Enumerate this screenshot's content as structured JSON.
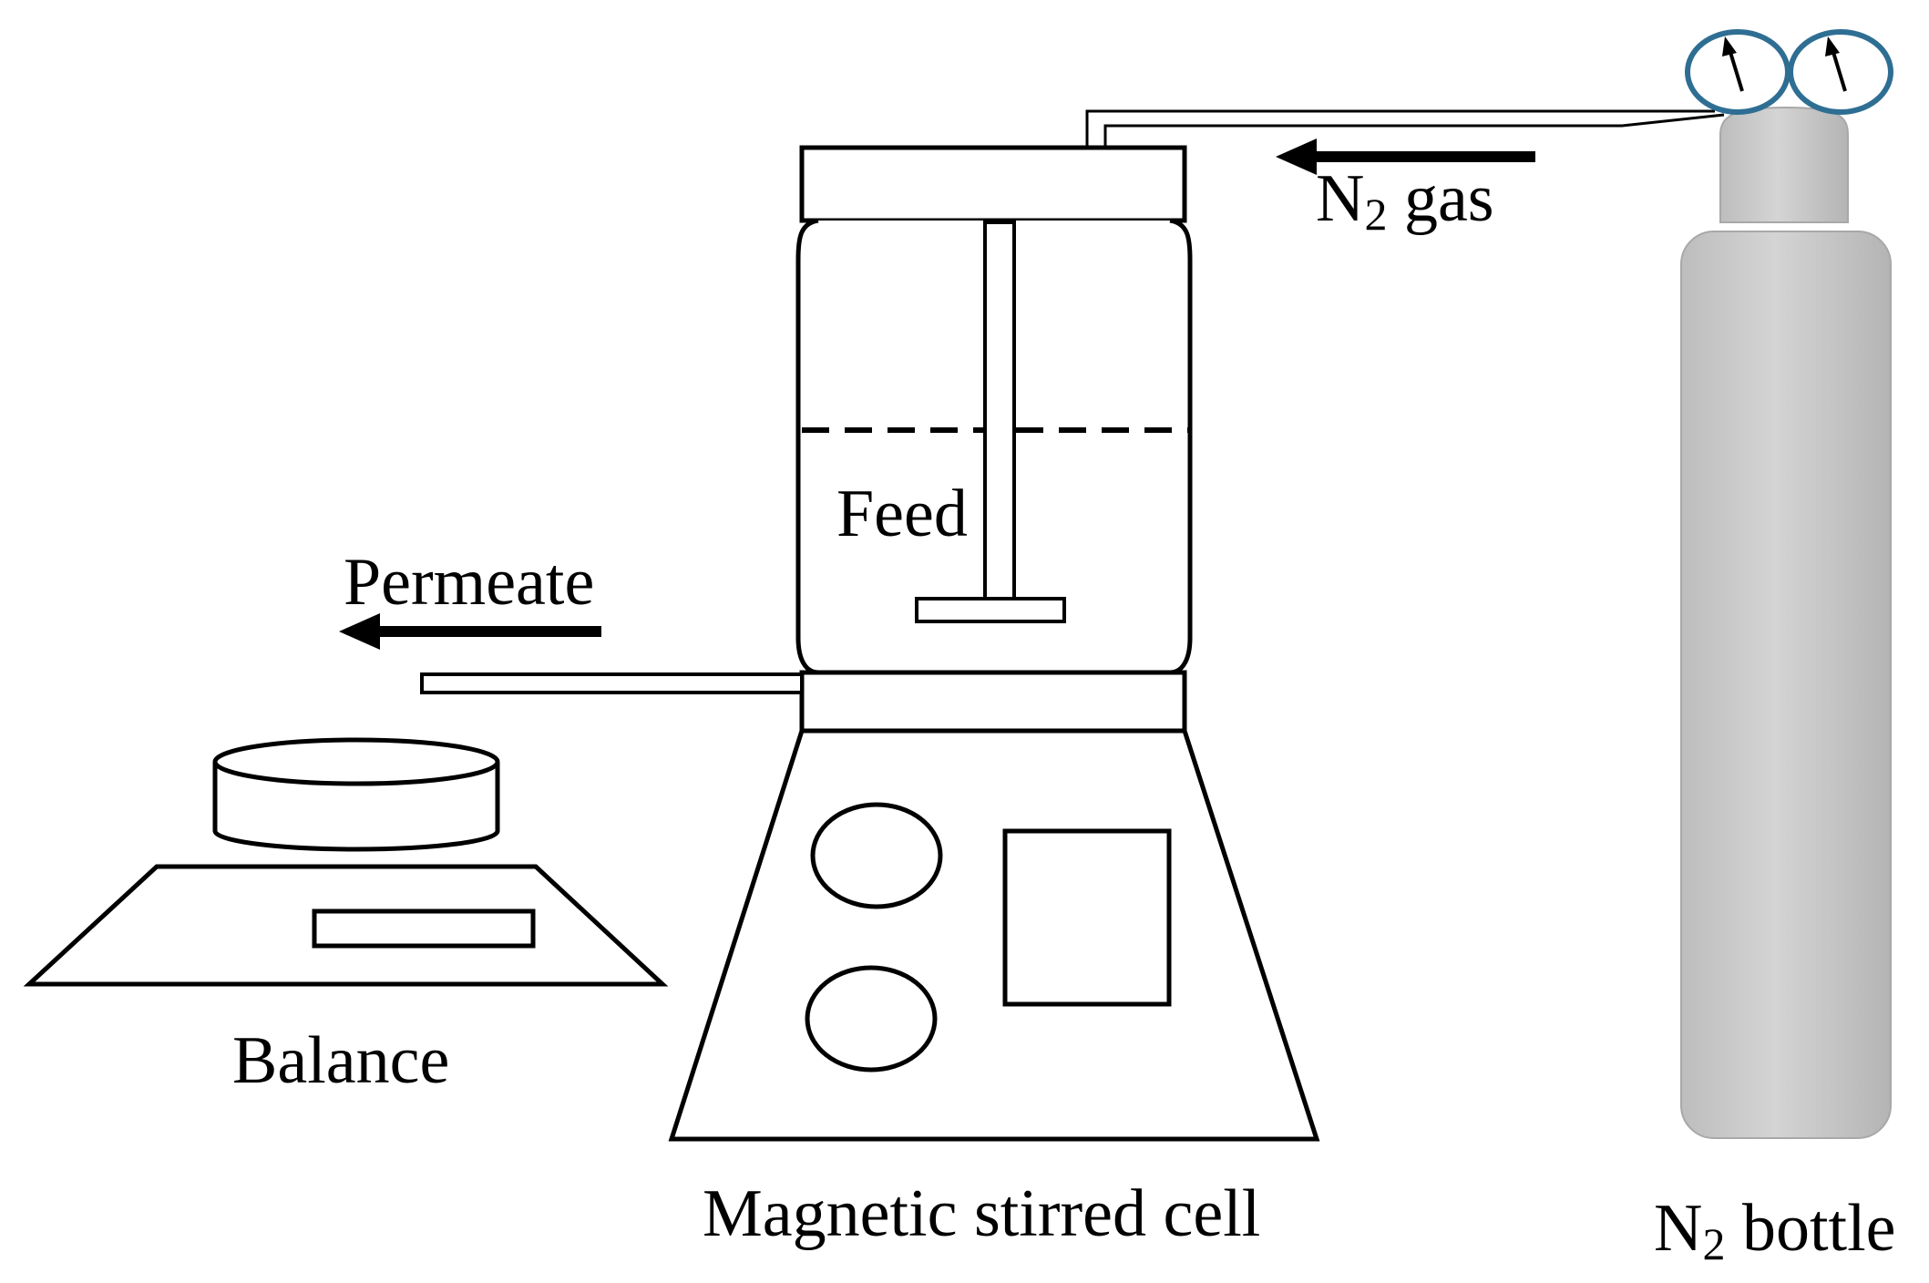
{
  "labels": {
    "n2_gas": {
      "main": "N",
      "sub": "2",
      "rest": " gas"
    },
    "feed": "Feed",
    "permeate": "Permeate",
    "balance": "Balance",
    "magnetic_stirred_cell": "Magnetic stirred cell",
    "n2_bottle": {
      "main": "N",
      "sub": "2",
      "rest": " bottle"
    }
  },
  "colors": {
    "stroke": "#000000",
    "bottle_fill": "#c8c8c8",
    "bottle_stroke": "#a8a8a8",
    "gauge_ring": "#2f6e93"
  }
}
